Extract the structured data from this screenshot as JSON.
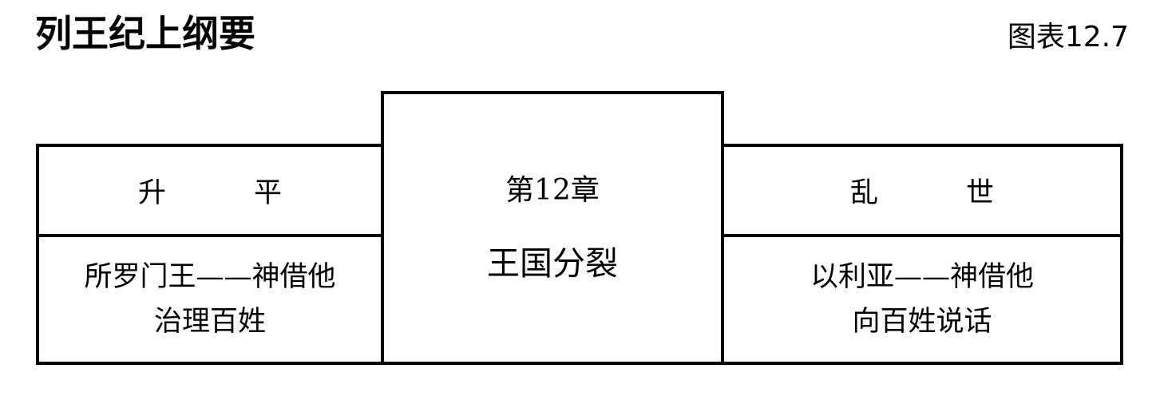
{
  "header": {
    "title": "列王纪上纲要",
    "figure_label": "图表12.7"
  },
  "diagram": {
    "type": "three-panel-outline",
    "left_panel": {
      "heading_char_1": "升",
      "heading_char_2": "平",
      "heading_full": "升 平",
      "body_line_1": "所罗门王——神借他",
      "body_line_2": "治理百姓"
    },
    "center_panel": {
      "chapter": "第12章",
      "title": "王国分裂"
    },
    "right_panel": {
      "heading_char_1": "乱",
      "heading_char_2": "世",
      "heading_full": "乱 世",
      "body_line_1": "以利亚——神借他",
      "body_line_2": "向百姓说话"
    }
  },
  "colors": {
    "ink": "#000000",
    "paper": "#ffffff"
  }
}
